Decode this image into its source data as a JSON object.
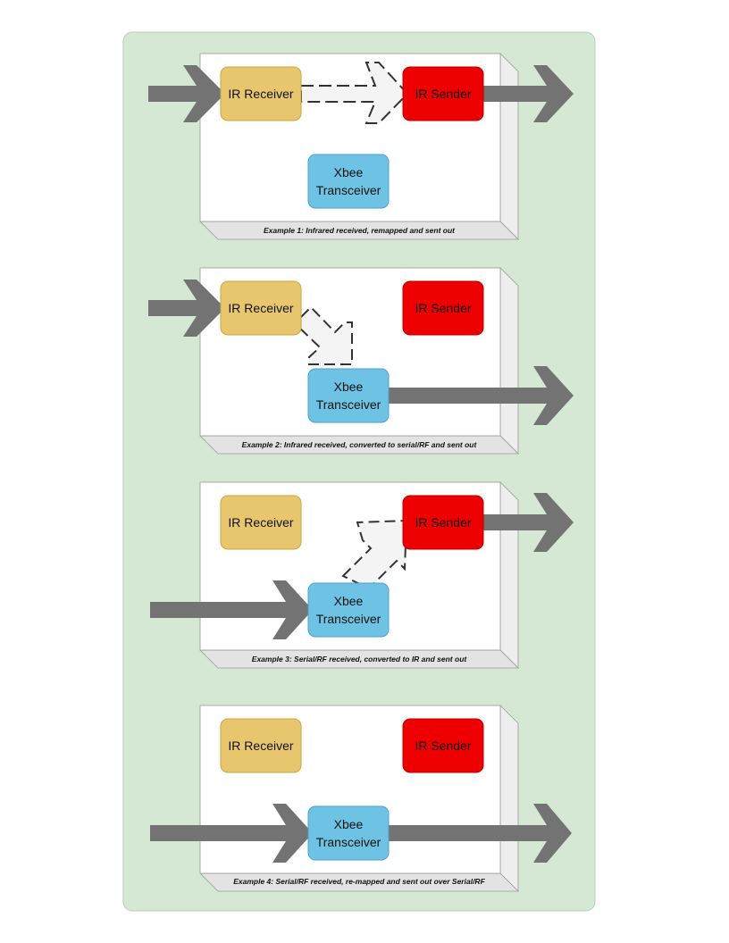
{
  "colors": {
    "background_panel": "#d5e8d4",
    "panel_border": "#b7cfb5",
    "box_face": "#ffffff",
    "box_side": "#eeeeee",
    "box_bottom": "#e3e3e3",
    "ir_receiver": "#e8c66e",
    "ir_sender": "#ee0000",
    "xbee": "#6ec3e5",
    "arrow": "#737373",
    "dashed_arrow_stroke": "#333333",
    "dashed_arrow_fill": "#f4f4f4"
  },
  "icons": {
    "solid_arrow": "right-arrow-icon",
    "dashed_arrow": "dashed-arrow-icon"
  },
  "examples": [
    {
      "ir_receiver_label": "IR Receiver",
      "ir_sender_label": "IR Sender",
      "xbee_label_line1": "Xbee",
      "xbee_label_line2": "Transceiver",
      "caption": "Example 1: Infrared received, remapped and sent out",
      "flow": "input → IR Receiver → IR Sender → output"
    },
    {
      "ir_receiver_label": "IR Receiver",
      "ir_sender_label": "IR Sender",
      "xbee_label_line1": "Xbee",
      "xbee_label_line2": "Transceiver",
      "caption": "Example 2: Infrared received, converted to serial/RF and sent out",
      "flow": "input → IR Receiver → Xbee Transceiver → output"
    },
    {
      "ir_receiver_label": "IR Receiver",
      "ir_sender_label": "IR Sender",
      "xbee_label_line1": "Xbee",
      "xbee_label_line2": "Transceiver",
      "caption": "Example 3: Serial/RF received, converted to IR and sent out",
      "flow": "input → Xbee Transceiver → IR Sender → output"
    },
    {
      "ir_receiver_label": "IR Receiver",
      "ir_sender_label": "IR Sender",
      "xbee_label_line1": "Xbee",
      "xbee_label_line2": "Transceiver",
      "caption": "Example 4: Serial/RF received, re-mapped and sent out over Serial/RF",
      "flow": "input → Xbee Transceiver → output"
    }
  ]
}
